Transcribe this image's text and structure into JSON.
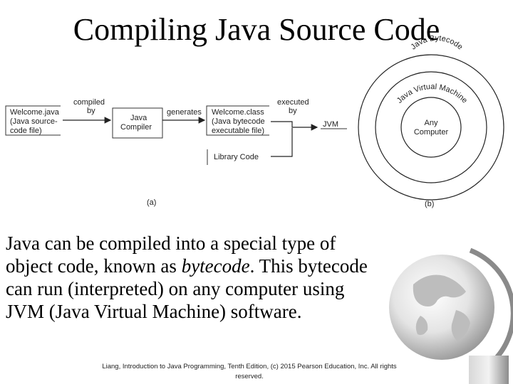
{
  "title": "Compiling Java Source Code",
  "diagram": {
    "source_box": [
      "Welcome.java",
      "(Java source-",
      "code file)"
    ],
    "compiled_by": [
      "compiled",
      "by"
    ],
    "compiler_box": [
      "Java",
      "Compiler"
    ],
    "generates": "generates",
    "class_box": [
      "Welcome.class",
      "(Java bytecode",
      "executable file)"
    ],
    "executed_by": [
      "executed",
      "by"
    ],
    "jvm": "JVM",
    "library_code": "Library Code",
    "label_a": "(a)",
    "label_b": "(b)",
    "rings": {
      "outer": "Java Bytecode",
      "middle": "Java Virtual Machine",
      "inner": [
        "Any",
        "Computer"
      ]
    }
  },
  "body": {
    "part1": "Java can be compiled into a special type of object code, known as ",
    "emphasis": "bytecode",
    "part2": ". This bytecode can run (interpreted) on any computer using JVM (Java Virtual Machine) software."
  },
  "footer": "Liang, Introduction to Java Programming, Tenth Edition, (c) 2015 Pearson Education, Inc. All rights reserved."
}
